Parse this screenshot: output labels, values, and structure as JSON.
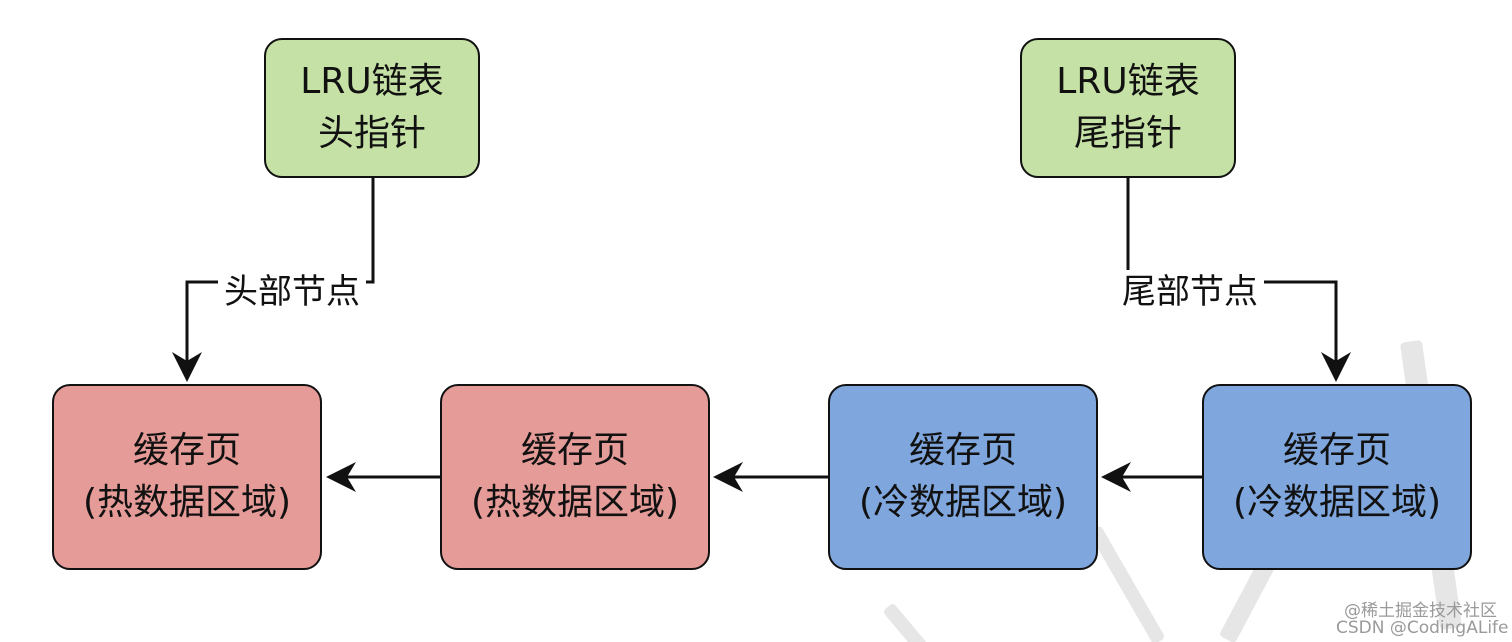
{
  "pointers": {
    "head": {
      "line1": "LRU链表",
      "line2": "头指针",
      "edge_label": "头部节点"
    },
    "tail": {
      "line1": "LRU链表",
      "line2": "尾指针",
      "edge_label": "尾部节点"
    }
  },
  "pages": [
    {
      "title": "缓存页",
      "region": "(热数据区域)",
      "color": "#e59b97"
    },
    {
      "title": "缓存页",
      "region": "(热数据区域)",
      "color": "#e59b97"
    },
    {
      "title": "缓存页",
      "region": "(冷数据区域)",
      "color": "#7fa6dd"
    },
    {
      "title": "缓存页",
      "region": "(冷数据区域)",
      "color": "#7fa6dd"
    }
  ],
  "colors": {
    "pointer_fill": "#c5e1a5",
    "hot_fill": "#e59b97",
    "cold_fill": "#7fa6dd",
    "stroke": "#111111"
  },
  "watermark": {
    "line1": "@稀土掘金技术社区",
    "line2": "CSDN @CodingALife"
  }
}
